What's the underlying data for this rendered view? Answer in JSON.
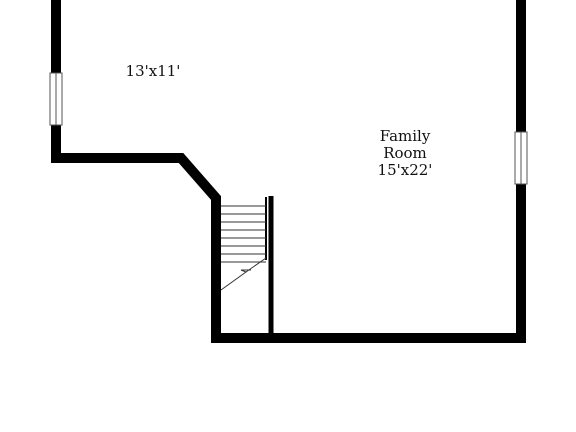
{
  "rooms": [
    {
      "name": "",
      "dimensions": "13'x11'"
    },
    {
      "name_line1": "Family",
      "name_line2": "Room",
      "dimensions": "15'x22'"
    }
  ],
  "colors": {
    "wall": "#000000",
    "background": "#ffffff",
    "window": "#ffffff",
    "window_outline": "#555555",
    "stair_lines": "#333333"
  }
}
